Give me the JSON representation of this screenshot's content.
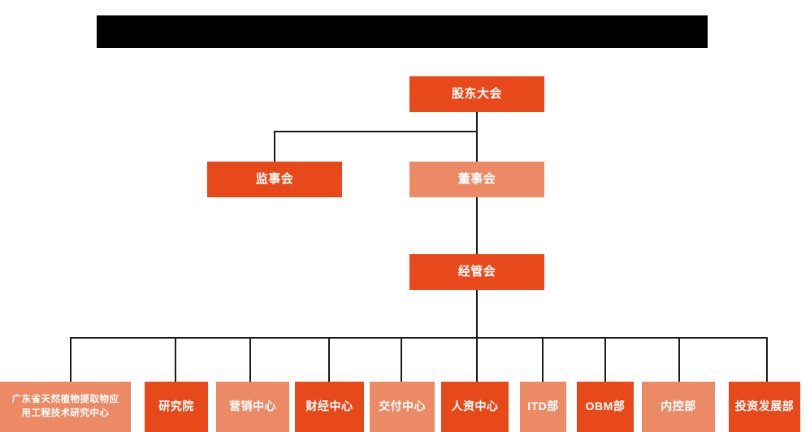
{
  "page": {
    "title_bar": {
      "name": "redacted-title-bar",
      "text": ""
    },
    "background_color": "#ffffff",
    "line_color": "#1a1a1a"
  },
  "colors": {
    "dark_orange": "#e8491a",
    "light_orange": "#ed8a66",
    "text": "#ffffff"
  },
  "chart_data": {
    "type": "diagram",
    "diagram_type": "organization-chart",
    "title": "",
    "nodes": [
      {
        "id": "shareholders",
        "label": "股东大会",
        "tier": 1,
        "style": "dark"
      },
      {
        "id": "supervisors",
        "label": "监事会",
        "tier": 2,
        "style": "dark"
      },
      {
        "id": "directors",
        "label": "董事会",
        "tier": 2,
        "style": "light"
      },
      {
        "id": "management",
        "label": "经管会",
        "tier": 3,
        "style": "dark"
      },
      {
        "id": "leaf-0",
        "label": "广东省天然植物提取物应\n用工程技术研究中心",
        "tier": 4,
        "style": "light"
      },
      {
        "id": "leaf-1",
        "label": "研究院",
        "tier": 4,
        "style": "dark"
      },
      {
        "id": "leaf-2",
        "label": "营销中心",
        "tier": 4,
        "style": "light"
      },
      {
        "id": "leaf-3",
        "label": "财经中心",
        "tier": 4,
        "style": "dark"
      },
      {
        "id": "leaf-4",
        "label": "交付中心",
        "tier": 4,
        "style": "light"
      },
      {
        "id": "leaf-5",
        "label": "人资中心",
        "tier": 4,
        "style": "dark"
      },
      {
        "id": "leaf-6",
        "label": "ITD部",
        "tier": 4,
        "style": "light"
      },
      {
        "id": "leaf-7",
        "label": "OBM部",
        "tier": 4,
        "style": "dark"
      },
      {
        "id": "leaf-8",
        "label": "内控部",
        "tier": 4,
        "style": "light"
      },
      {
        "id": "leaf-9",
        "label": "投资发展部",
        "tier": 4,
        "style": "dark"
      }
    ],
    "edges": [
      {
        "from": "shareholders",
        "to": "supervisors"
      },
      {
        "from": "shareholders",
        "to": "directors"
      },
      {
        "from": "directors",
        "to": "management"
      },
      {
        "from": "management",
        "to": "leaf-0"
      },
      {
        "from": "management",
        "to": "leaf-1"
      },
      {
        "from": "management",
        "to": "leaf-2"
      },
      {
        "from": "management",
        "to": "leaf-3"
      },
      {
        "from": "management",
        "to": "leaf-4"
      },
      {
        "from": "management",
        "to": "leaf-5"
      },
      {
        "from": "management",
        "to": "leaf-6"
      },
      {
        "from": "management",
        "to": "leaf-7"
      },
      {
        "from": "management",
        "to": "leaf-8"
      },
      {
        "from": "management",
        "to": "leaf-9"
      }
    ]
  }
}
